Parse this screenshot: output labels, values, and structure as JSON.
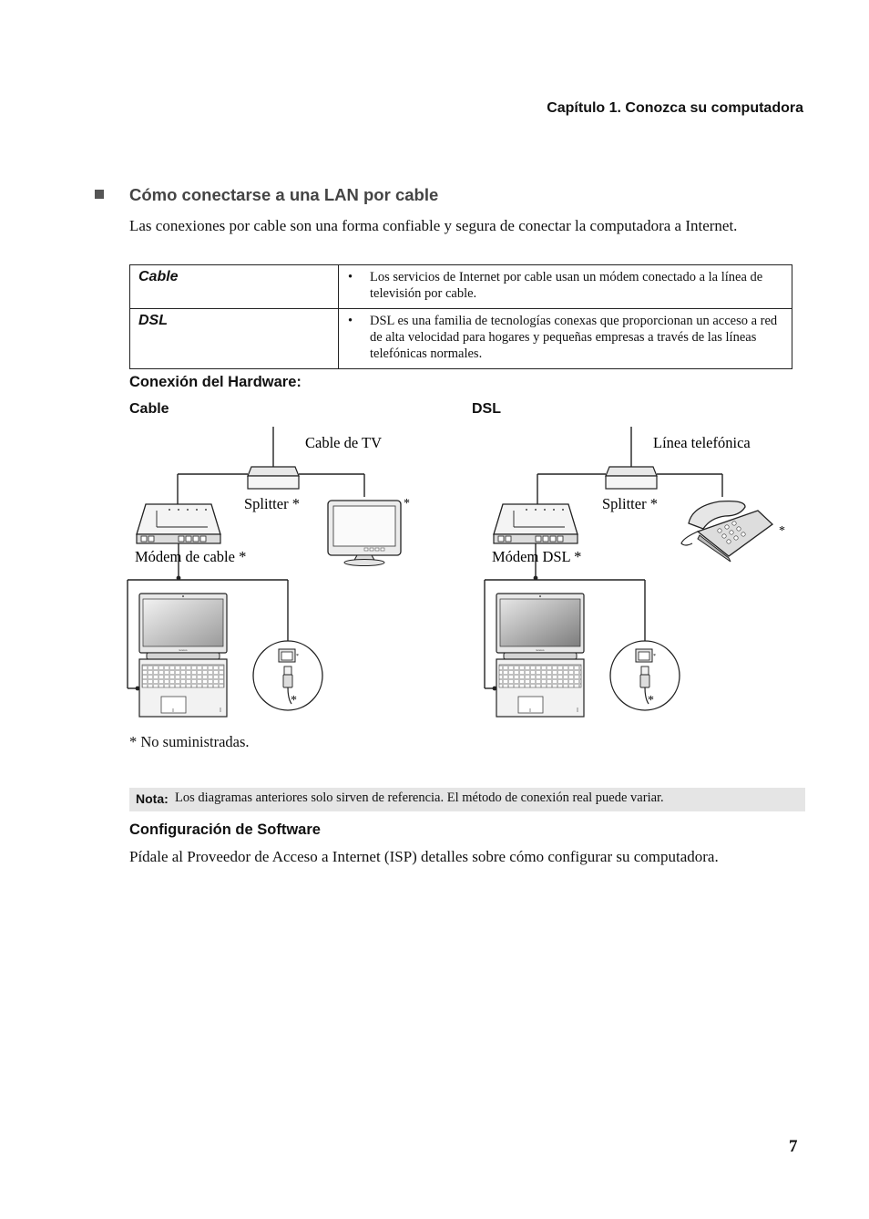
{
  "header": {
    "chapter": "Capítulo 1. Conozca su computadora"
  },
  "section": {
    "title": "Cómo conectarse a una LAN por cable",
    "intro": "Las conexiones por cable son una forma confiable y segura de conectar la computadora a Internet."
  },
  "table": {
    "rows": [
      {
        "key": "Cable",
        "bullet": "•",
        "value": "Los servicios de Internet por cable usan un módem conectado a la línea de televisión por cable."
      },
      {
        "key": "DSL",
        "bullet": "•",
        "value": "DSL es una familia de tecnologías conexas que proporcionan un acceso a red de alta velocidad para hogares y pequeñas empresas a través de las líneas telefónicas normales."
      }
    ]
  },
  "hardware": {
    "title": "Conexión del Hardware:",
    "cable_label": "Cable",
    "dsl_label": "DSL",
    "cable_diagram": {
      "source": "Cable de TV",
      "splitter": "Splitter *",
      "modem": "Módem de cable *",
      "asterisk": "*"
    },
    "dsl_diagram": {
      "source": "Línea telefónica",
      "splitter": "Splitter *",
      "modem": "Módem DSL *",
      "asterisk": "*"
    },
    "footnote": "* No suministradas."
  },
  "note": {
    "label": "Nota:",
    "text": "Los diagramas anteriores solo sirven de referencia. El método de conexión real puede variar."
  },
  "software": {
    "title": "Configuración de Software",
    "text": "Pídale al Proveedor de Acceso a Internet (ISP) detalles sobre cómo configurar su computadora."
  },
  "footer": {
    "page_number": "7"
  }
}
